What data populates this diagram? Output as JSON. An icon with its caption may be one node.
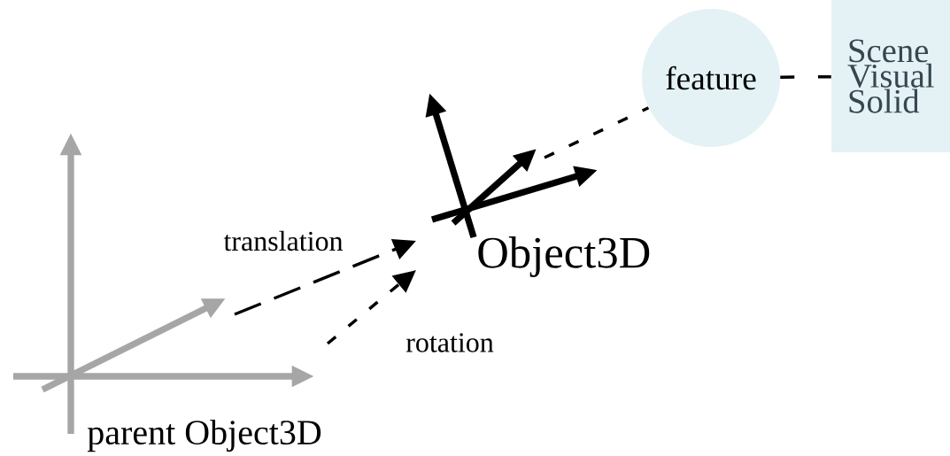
{
  "diagram": {
    "nodes": [
      {
        "text": [],
        "shape": "axes",
        "beside": [
          "parent Object3D"
        ]
      },
      {
        "text": [],
        "shape": "axes",
        "beside": [
          "Object3D"
        ]
      },
      {
        "text": [
          "feature"
        ]
      },
      {
        "text": [
          "Scene Visual Solid"
        ]
      }
    ],
    "edges": [
      {
        "from": 0,
        "to": 1,
        "arrow": "to",
        "style": "dashed",
        "label": "translation"
      },
      {
        "from": 0,
        "to": 1,
        "arrow": "to",
        "style": "dashed",
        "label": "rotation"
      },
      {
        "from": 1,
        "to": 2,
        "arrow": "none",
        "style": "dashed"
      },
      {
        "from": 2,
        "to": 3,
        "arrow": "none",
        "style": "dashed"
      }
    ]
  }
}
